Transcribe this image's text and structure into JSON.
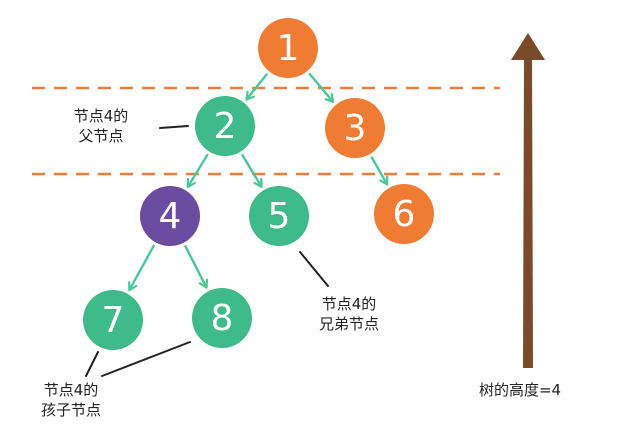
{
  "colors": {
    "orange": "#f07c34",
    "green": "#3fba8a",
    "purple": "#6a4ca1",
    "dash": "#ef7e3c",
    "arrow_green": "#4cc797",
    "shaft": "#7a4a2a"
  },
  "nodes": [
    {
      "label": "1",
      "color": "orange"
    },
    {
      "label": "2",
      "color": "green"
    },
    {
      "label": "3",
      "color": "orange"
    },
    {
      "label": "4",
      "color": "purple"
    },
    {
      "label": "5",
      "color": "green"
    },
    {
      "label": "6",
      "color": "orange"
    },
    {
      "label": "7",
      "color": "green"
    },
    {
      "label": "8",
      "color": "green"
    }
  ],
  "edges": [
    {
      "from": "1",
      "to": "2"
    },
    {
      "from": "1",
      "to": "3"
    },
    {
      "from": "2",
      "to": "4"
    },
    {
      "from": "2",
      "to": "5"
    },
    {
      "from": "3",
      "to": "6"
    },
    {
      "from": "4",
      "to": "7"
    },
    {
      "from": "4",
      "to": "8"
    }
  ],
  "annotations": {
    "parent": {
      "line1": "节点4的",
      "line2": "父节点"
    },
    "sibling": {
      "line1": "节点4的",
      "line2": "兄弟节点"
    },
    "child": {
      "line1": "节点4的",
      "line2": "孩子节点"
    },
    "height": "树的高度=4"
  }
}
